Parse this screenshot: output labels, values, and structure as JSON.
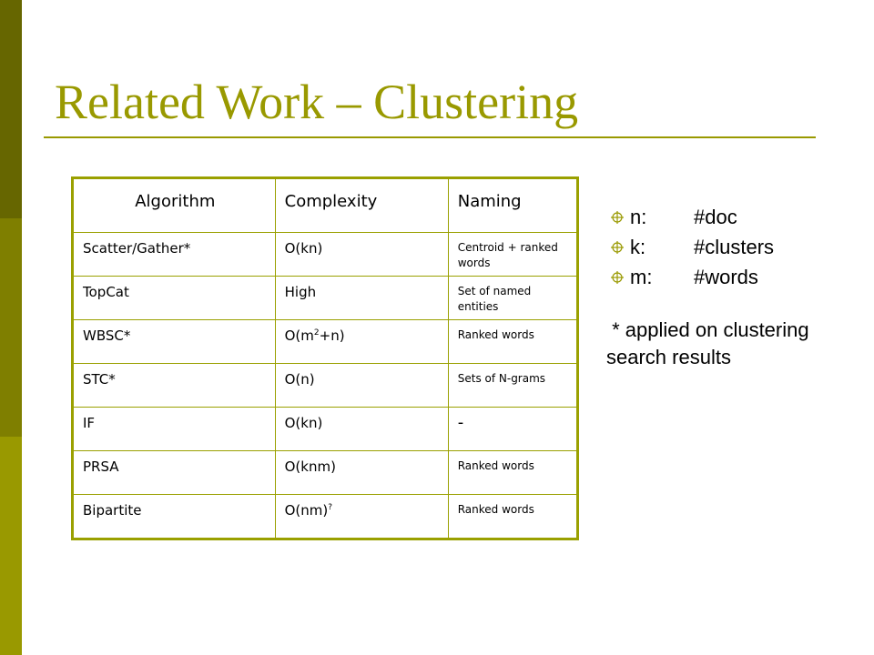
{
  "colors": {
    "sidebar_top": "#666600",
    "sidebar_middle": "#7f7f00",
    "sidebar_bottom": "#999900",
    "title": "#999900",
    "accent": "#9aa000"
  },
  "slide": {
    "title": "Related Work – Clustering"
  },
  "table": {
    "headers": [
      "Algorithm",
      "Complexity",
      "Naming"
    ],
    "rows": [
      {
        "algorithm": "Scatter/Gather*",
        "complexity": "O(kn)",
        "naming": "Centroid + ranked words"
      },
      {
        "algorithm": "TopCat",
        "complexity": "High",
        "naming": "Set of named entities"
      },
      {
        "algorithm": "WBSC*",
        "complexity_base": "O(m",
        "complexity_sup": "2",
        "complexity_rest": "+n)",
        "naming": "Ranked words"
      },
      {
        "algorithm": "STC*",
        "complexity": "O(n)",
        "naming": "Sets of N-grams"
      },
      {
        "algorithm": "IF",
        "complexity": "O(kn)",
        "naming": "-"
      },
      {
        "algorithm": "PRSA",
        "complexity": "O(knm)",
        "naming": "Ranked words"
      },
      {
        "algorithm": "Bipartite",
        "complexity_base": "O(nm)",
        "complexity_sup": "?",
        "naming": "Ranked words"
      }
    ]
  },
  "legend": {
    "bullet_icon": "crosshair-circle-icon",
    "items": [
      {
        "key": "n:",
        "value": "#doc"
      },
      {
        "key": "k:",
        "value": "#clusters"
      },
      {
        "key": "m:",
        "value": "#words"
      }
    ],
    "note": " * applied on clustering search results"
  }
}
